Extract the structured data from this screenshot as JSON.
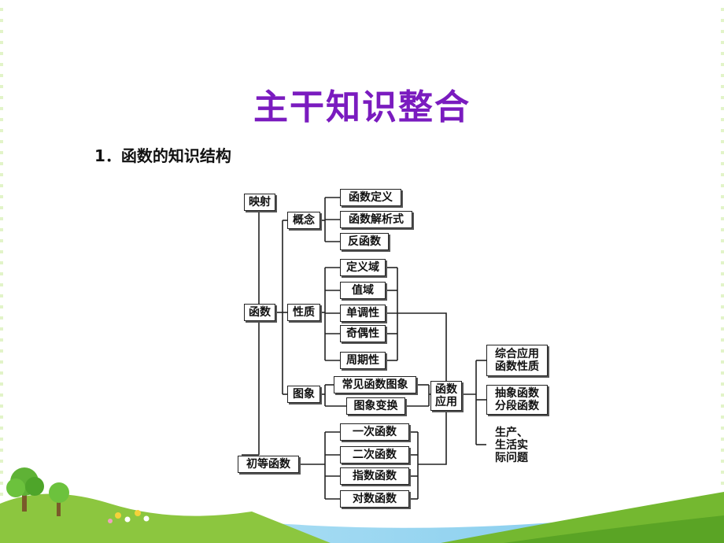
{
  "slide": {
    "title": "主干知识整合",
    "subtitle": "1．函数的知识结构"
  },
  "diagram": {
    "nodes": {
      "yingshe": "映射",
      "hanshu": "函数",
      "gainian": "概念",
      "xingzhi": "性质",
      "tuxiang": "图象",
      "chudeng": "初等函数",
      "dingyi": "函数定义",
      "jiexishi": "函数解析式",
      "fanhanshu": "反函数",
      "dingyiyu": "定义域",
      "zhiyu": "值域",
      "dandiao": "单调性",
      "jiou": "奇偶性",
      "zhouqi": "周期性",
      "changjian": "常见函数图象",
      "bianhuan": "图象变换",
      "yici": "一次函数",
      "erci": "二次函数",
      "zhishu": "指数函数",
      "duishu": "对数函数",
      "yingyong": "函数\n应用",
      "zonghe": "综合应用\n函数性质",
      "chouxiang": "抽象函数\n分段函数",
      "shengchan": "生产、\n生活实\n际问题"
    }
  },
  "colors": {
    "title": "#7a1bbf",
    "grass": "#7cc242",
    "sky": "#8fd3f0"
  }
}
